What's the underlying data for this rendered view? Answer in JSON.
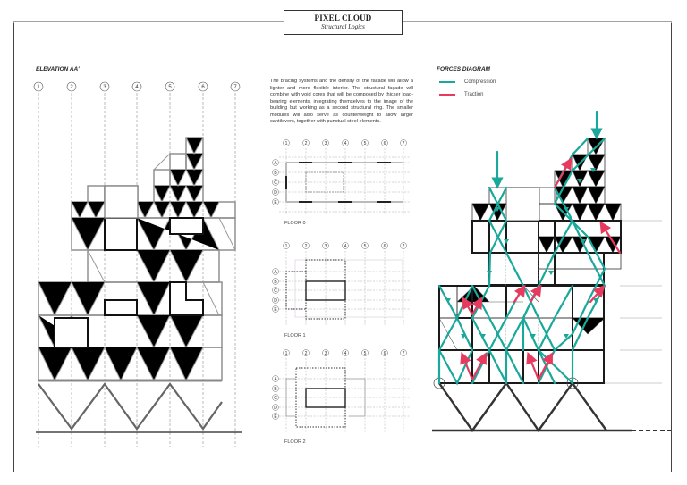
{
  "header": {
    "title": "PIXEL CLOUD",
    "subtitle": "Structural Logics"
  },
  "elevation": {
    "label": "ELEVATION AA'",
    "axes": [
      "1",
      "2",
      "3",
      "4",
      "5",
      "6",
      "7"
    ]
  },
  "description": {
    "text": "The bracing systems and the density of the façade will allow a lighter and more flexible interior. The structural façade will combine with void cores that will be composed by thicker load-bearing elements, integrating themselves to the image of the building but working as a second structural ring. The smaller modules will also serve as counterweight to allow larger cantilevers, together with punctual steel elements."
  },
  "floor_plans": [
    {
      "label": "FLOOR 0",
      "columns": [
        "1",
        "2",
        "3",
        "4",
        "5",
        "6",
        "7"
      ],
      "rows": [
        "A",
        "B",
        "C",
        "D",
        "E"
      ]
    },
    {
      "label": "FLOOR 1",
      "columns": [
        "1",
        "2",
        "3",
        "4",
        "5",
        "6",
        "7"
      ],
      "rows": [
        "A",
        "B",
        "C",
        "D",
        "E"
      ]
    },
    {
      "label": "FLOOR 2",
      "columns": [
        "1",
        "2",
        "3",
        "4",
        "5",
        "6",
        "7"
      ],
      "rows": [
        "A",
        "B",
        "C",
        "D",
        "E"
      ]
    }
  ],
  "forces_diagram": {
    "label": "FORCES DIAGRAM",
    "legend": [
      {
        "label": "Compression",
        "color": "#1aa89a"
      },
      {
        "label": "Traction",
        "color": "#e83a5e"
      }
    ]
  },
  "colors": {
    "compression": "#1aa89a",
    "traction": "#e83a5e",
    "structure": "#222222",
    "grid": "#999999"
  }
}
